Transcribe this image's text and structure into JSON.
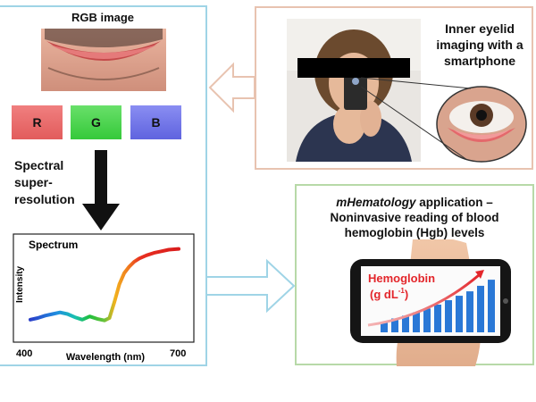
{
  "left_panel": {
    "rgb_title": "RGB image",
    "channels": [
      {
        "label": "R",
        "color": "#e25c5c"
      },
      {
        "label": "G",
        "color": "#35c93a"
      },
      {
        "label": "B",
        "color": "#5f63df"
      }
    ],
    "process_label_lines": [
      "Spectral",
      "super-",
      "resolution"
    ]
  },
  "spectrum_chart": {
    "title": "Spectrum",
    "ylabel": "Intensity",
    "xlabel": "Wavelength (nm)",
    "x_tick_left": "400",
    "x_tick_right": "700"
  },
  "chart_data": {
    "type": "line",
    "title": "Spectrum",
    "xlabel": "Wavelength (nm)",
    "ylabel": "Intensity",
    "xlim": [
      400,
      700
    ],
    "ylim": [
      0,
      1
    ],
    "series": [
      {
        "x": [
          400,
          415,
          430,
          445,
          460,
          475,
          490,
          505,
          520,
          535,
          550,
          560,
          570,
          580,
          590,
          600,
          610,
          620,
          635,
          650,
          665,
          680,
          700
        ],
        "y": [
          0.08,
          0.1,
          0.13,
          0.15,
          0.17,
          0.15,
          0.11,
          0.08,
          0.12,
          0.09,
          0.07,
          0.1,
          0.3,
          0.52,
          0.66,
          0.74,
          0.8,
          0.84,
          0.88,
          0.91,
          0.93,
          0.95,
          0.96
        ]
      }
    ]
  },
  "top_right_panel": {
    "label_lines": [
      "Inner eyelid",
      "imaging with a",
      "smartphone"
    ]
  },
  "bottom_right_panel": {
    "title_italic": "mHematology",
    "title_rest": " application –",
    "title_line2": "Noninvasive reading of blood",
    "title_line3": "hemoglobin (Hgb) levels",
    "phone_screen": {
      "label_line1": "Hemoglobin",
      "label_line2": "(g dL",
      "label_sup": "-1",
      "label_close": ")",
      "bar_levels": [
        0.18,
        0.25,
        0.3,
        0.36,
        0.43,
        0.5,
        0.58,
        0.66,
        0.74,
        0.84,
        0.95
      ]
    }
  },
  "colors": {
    "left_border": "#9fd4e6",
    "top_right_border": "#e8c3b0",
    "bottom_right_border": "#b7d9a8",
    "hemoglobin_red": "#e3262b",
    "bar_blue": "#2a78d6"
  }
}
